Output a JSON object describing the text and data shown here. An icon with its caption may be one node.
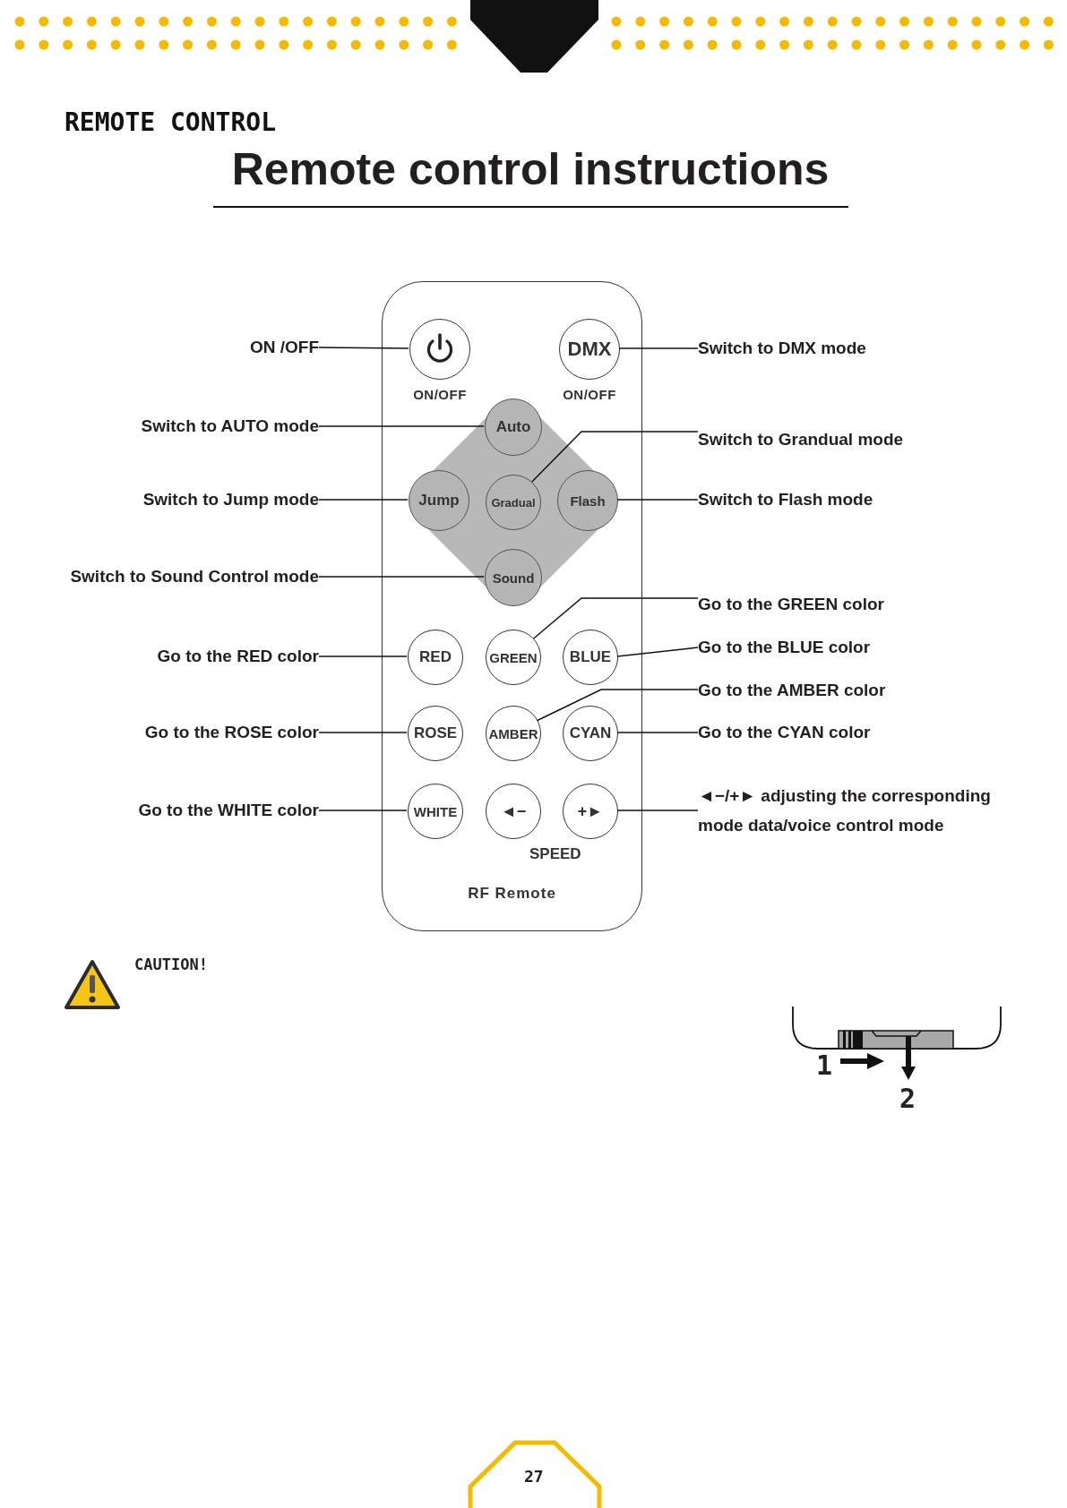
{
  "diagram": {
    "title": "Remote control instructions",
    "nodes": [
      {
        "text": [
          "RF Remote"
        ]
      },
      {
        "text": [],
        "shape": "circle",
        "in": 0,
        "beside": [
          "ON/OFF"
        ]
      },
      {
        "text": [
          "DMX"
        ],
        "in": 0,
        "beside": [
          "ON/OFF"
        ]
      },
      {
        "text": [],
        "shape": "diamond",
        "in": 0
      },
      {
        "text": [
          "Auto"
        ],
        "in": 3
      },
      {
        "text": [
          "Jump"
        ],
        "in": 3
      },
      {
        "text": [
          "Gradual"
        ],
        "in": 3
      },
      {
        "text": [
          "Flash"
        ],
        "in": 3
      },
      {
        "text": [
          "Sound"
        ],
        "in": 3
      },
      {
        "text": [
          "RED"
        ],
        "in": 0
      },
      {
        "text": [
          "GREEN"
        ],
        "in": 0
      },
      {
        "text": [
          "BLUE"
        ],
        "in": 0
      },
      {
        "text": [
          "ROSE"
        ],
        "in": 0
      },
      {
        "text": [
          "AMBER"
        ],
        "in": 0
      },
      {
        "text": [
          "CYAN"
        ],
        "in": 0
      },
      {
        "text": [
          "WHITE"
        ],
        "in": 0
      },
      {
        "text": [
          "◄−"
        ],
        "in": 0
      },
      {
        "text": [
          "+►"
        ],
        "in": 0
      },
      {
        "text": [
          "ON /OFF"
        ]
      },
      {
        "text": [
          "Switch to DMX mode"
        ]
      },
      {
        "text": [
          "Switch to AUTO mode"
        ]
      },
      {
        "text": [
          "Switch to Grandual mode"
        ]
      },
      {
        "text": [
          "Switch to Jump mode"
        ]
      },
      {
        "text": [
          "Switch to Flash mode"
        ]
      },
      {
        "text": [
          "Switch to Sound Control mode"
        ]
      },
      {
        "text": [
          "Go to the GREEN color"
        ]
      },
      {
        "text": [
          "Go to the RED color"
        ]
      },
      {
        "text": [
          "Go to the BLUE color"
        ]
      },
      {
        "text": [
          "Go to the AMBER color"
        ]
      },
      {
        "text": [
          "Go to the ROSE color"
        ]
      },
      {
        "text": [
          "Go to the CYAN color"
        ]
      },
      {
        "text": [
          "Go to the WHITE color"
        ]
      },
      {
        "text": [
          "◄−/+► adjusting the corresponding mode data/voice control mode"
        ]
      }
    ],
    "edges": [
      {
        "from": 18,
        "to": 1,
        "arrow": "none"
      },
      {
        "from": 19,
        "to": 2,
        "arrow": "none"
      },
      {
        "from": 20,
        "to": 4,
        "arrow": "none"
      },
      {
        "from": 21,
        "to": 6,
        "arrow": "none"
      },
      {
        "from": 22,
        "to": 5,
        "arrow": "none"
      },
      {
        "from": 23,
        "to": 7,
        "arrow": "none"
      },
      {
        "from": 24,
        "to": 8,
        "arrow": "none"
      },
      {
        "from": 25,
        "to": 10,
        "arrow": "none"
      },
      {
        "from": 26,
        "to": 9,
        "arrow": "none"
      },
      {
        "from": 27,
        "to": 11,
        "arrow": "none"
      },
      {
        "from": 28,
        "to": 13,
        "arrow": "none"
      },
      {
        "from": 29,
        "to": 12,
        "arrow": "none"
      },
      {
        "from": 30,
        "to": 14,
        "arrow": "none"
      },
      {
        "from": 31,
        "to": 15,
        "arrow": "none"
      },
      {
        "from": 32,
        "to": 17,
        "arrow": "none"
      }
    ],
    "labels": [
      "REMOTE CONTROL",
      "SPEED",
      "CAUTION!",
      "1",
      "2",
      "27"
    ]
  }
}
